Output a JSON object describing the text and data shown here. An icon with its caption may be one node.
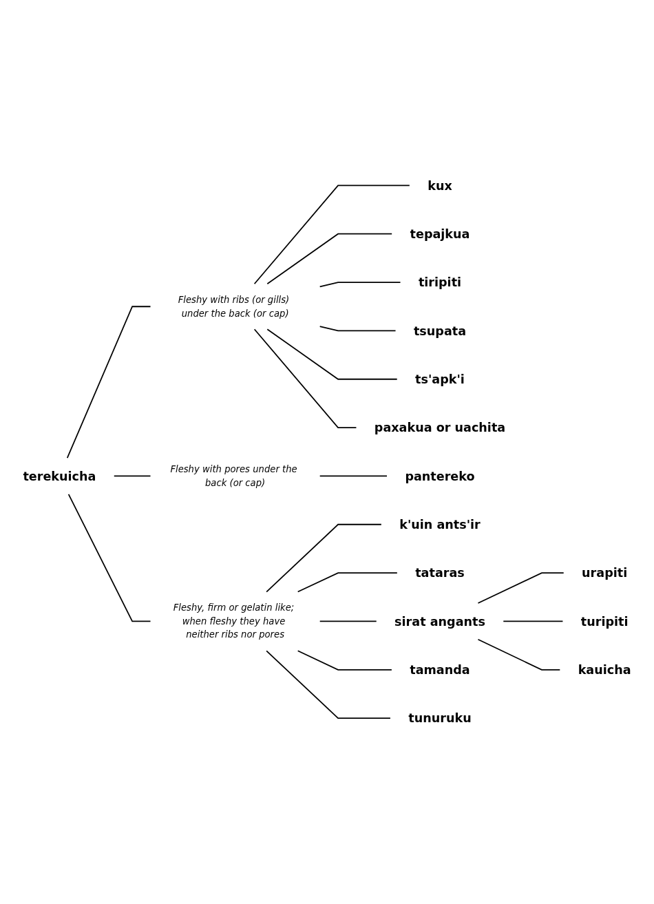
{
  "diagram": {
    "nodes": [
      {
        "text": [
          "terekuicha"
        ]
      },
      {
        "text": [
          "Fleshy with ribs (or gills) under the back (or cap)"
        ]
      },
      {
        "text": [
          "kux"
        ]
      },
      {
        "text": [
          "tepajkua"
        ]
      },
      {
        "text": [
          "tiripiti"
        ]
      },
      {
        "text": [
          "tsupata"
        ]
      },
      {
        "text": [
          "ts'apk'i"
        ]
      },
      {
        "text": [
          "paxakua or uachita"
        ]
      },
      {
        "text": [
          "Fleshy with pores under the back (or cap)"
        ]
      },
      {
        "text": [
          "pantereko"
        ]
      },
      {
        "text": [
          "Fleshy, firm or gelatin like; when fleshy they have neither ribs nor pores"
        ]
      },
      {
        "text": [
          "k'uin ants'ir"
        ]
      },
      {
        "text": [
          "tataras"
        ]
      },
      {
        "text": [
          "sirat angants"
        ]
      },
      {
        "text": [
          "urapiti"
        ]
      },
      {
        "text": [
          "turipiti"
        ]
      },
      {
        "text": [
          "kauicha"
        ]
      },
      {
        "text": [
          "tamanda"
        ]
      },
      {
        "text": [
          "tunuruku"
        ]
      }
    ],
    "edges": [
      {
        "from": 0,
        "to": 1,
        "arrow": "none"
      },
      {
        "from": 1,
        "to": 2,
        "arrow": "none"
      },
      {
        "from": 1,
        "to": 3,
        "arrow": "none"
      },
      {
        "from": 1,
        "to": 4,
        "arrow": "none"
      },
      {
        "from": 1,
        "to": 5,
        "arrow": "none"
      },
      {
        "from": 1,
        "to": 6,
        "arrow": "none"
      },
      {
        "from": 1,
        "to": 7,
        "arrow": "none"
      },
      {
        "from": 0,
        "to": 8,
        "arrow": "none"
      },
      {
        "from": 8,
        "to": 9,
        "arrow": "none"
      },
      {
        "from": 0,
        "to": 10,
        "arrow": "none"
      },
      {
        "from": 10,
        "to": 11,
        "arrow": "none"
      },
      {
        "from": 10,
        "to": 12,
        "arrow": "none"
      },
      {
        "from": 10,
        "to": 13,
        "arrow": "none"
      },
      {
        "from": 13,
        "to": 14,
        "arrow": "none"
      },
      {
        "from": 13,
        "to": 15,
        "arrow": "none"
      },
      {
        "from": 13,
        "to": 16,
        "arrow": "none"
      },
      {
        "from": 10,
        "to": 17,
        "arrow": "none"
      },
      {
        "from": 10,
        "to": 18,
        "arrow": "none"
      }
    ]
  }
}
